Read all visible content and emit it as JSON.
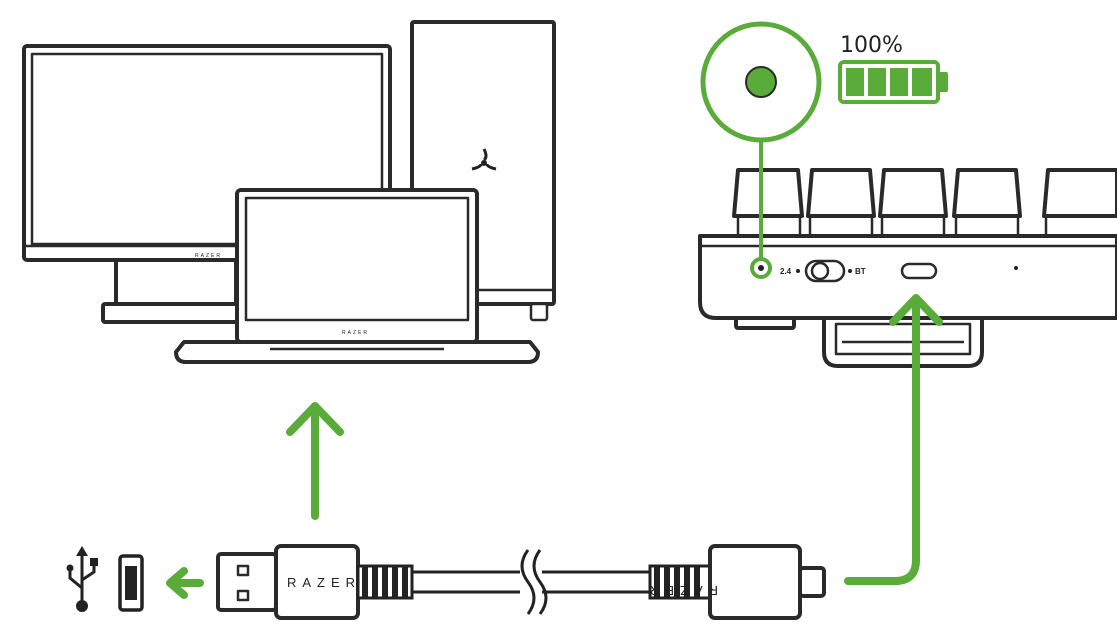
{
  "battery": {
    "percent_label": "100%",
    "level": 1.0,
    "color": "#5aac3a"
  },
  "keyboard": {
    "switch_left_label": "2.4",
    "switch_right_label": "BT"
  },
  "cable": {
    "brand_left": "RAZER",
    "brand_right": "RAZER"
  },
  "icons": {
    "usb_symbol": "usb-icon",
    "usb_port": "usb-port-icon",
    "logo": "razer-logo-icon"
  },
  "colors": {
    "accent": "#5aac3a",
    "outline": "#2a2a2a"
  }
}
